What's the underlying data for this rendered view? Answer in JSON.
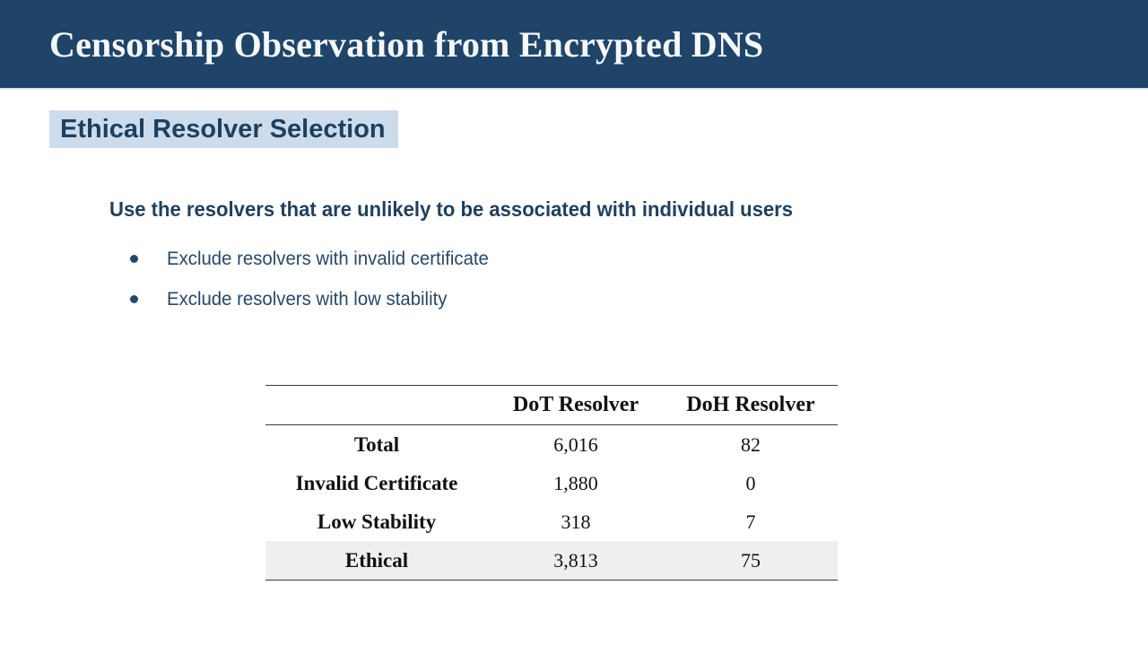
{
  "slide": {
    "title": "Censorship Observation from Encrypted DNS",
    "section_title": "Ethical Resolver Selection",
    "body_heading": "Use the resolvers that are unlikely to be associated with individual users",
    "bullets": [
      "Exclude resolvers with invalid certificate",
      "Exclude resolvers with low stability"
    ]
  },
  "colors": {
    "header_bar": "#1f4468",
    "header_text": "#f4f8fb",
    "section_chip_bg": "#ccdcec",
    "section_chip_text": "#1f3f5e",
    "body_text": "#28486a",
    "heading_text": "#1f3f5e",
    "table_rule": "#3a3a3a",
    "highlight_row_bg": "#efefef",
    "slide_bg": "#ffffff"
  },
  "chart_data": {
    "type": "table",
    "title": "Ethical Resolver Selection",
    "columns": [
      "",
      "DoT Resolver",
      "DoH Resolver"
    ],
    "rows": [
      {
        "label": "Total",
        "dot": "6,016",
        "doh": "82",
        "highlight": false
      },
      {
        "label": "Invalid Certificate",
        "dot": "1,880",
        "doh": "0",
        "highlight": false
      },
      {
        "label": "Low Stability",
        "dot": "318",
        "doh": "7",
        "highlight": false
      },
      {
        "label": "Ethical",
        "dot": "3,813",
        "doh": "75",
        "highlight": true
      }
    ],
    "values": {
      "dot": [
        6016,
        1880,
        318,
        3813
      ],
      "doh": [
        82,
        0,
        7,
        75
      ]
    },
    "categories": [
      "Total",
      "Invalid Certificate",
      "Low Stability",
      "Ethical"
    ],
    "series": [
      {
        "name": "DoT Resolver",
        "values": [
          6016,
          1880,
          318,
          3813
        ]
      },
      {
        "name": "DoH Resolver",
        "values": [
          82,
          0,
          7,
          75
        ]
      }
    ],
    "xlabel": "",
    "ylabel": "",
    "legend": "none",
    "grid": false
  }
}
